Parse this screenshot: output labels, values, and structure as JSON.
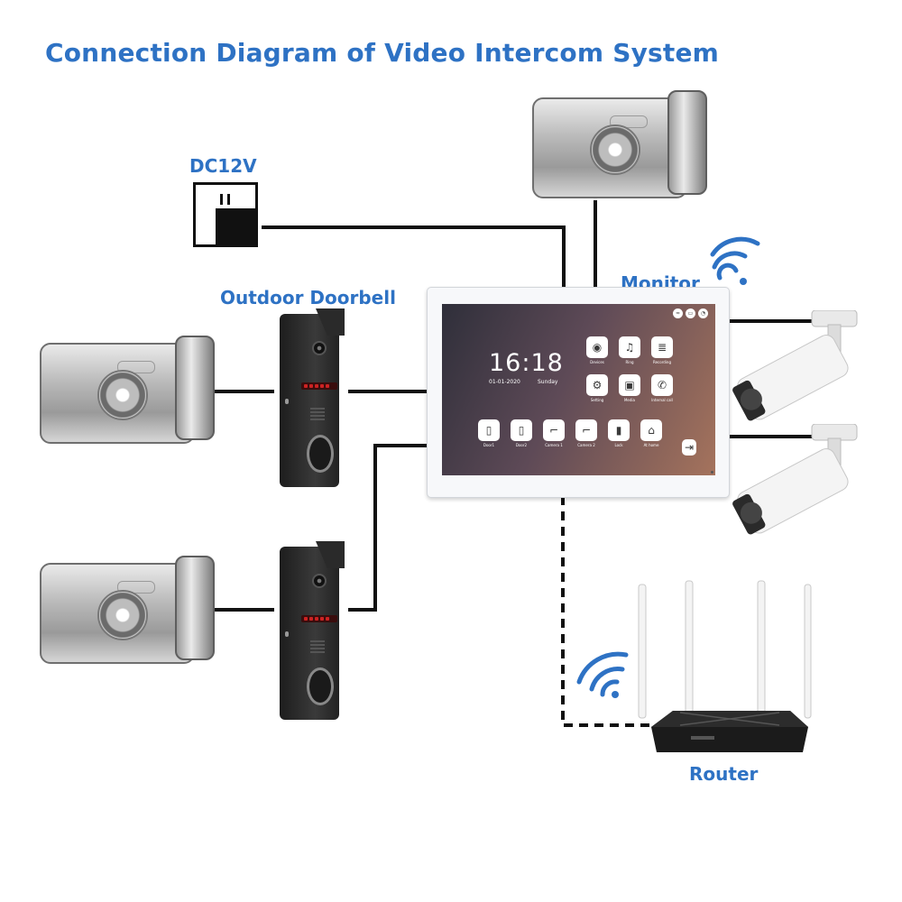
{
  "title": "Connection Diagram of Video Intercom System",
  "labels": {
    "power": "DC12V",
    "doorbell": "Outdoor Doorbell",
    "monitor": "Monitor",
    "router": "Router"
  },
  "monitor_screen": {
    "time": "16:18",
    "date": "01-01-2020",
    "day": "Sunday",
    "apps": [
      {
        "label": "Devices",
        "icon": "camera-lens-icon"
      },
      {
        "label": "Ring",
        "icon": "music-note-icon"
      },
      {
        "label": "Recording",
        "icon": "list-icon"
      },
      {
        "label": "Setting",
        "icon": "gear-icon"
      },
      {
        "label": "Media",
        "icon": "media-icon"
      },
      {
        "label": "Internal call",
        "icon": "phone-icon"
      }
    ],
    "dock": [
      {
        "label": "Door1",
        "icon": "doorbell-icon"
      },
      {
        "label": "Door2",
        "icon": "doorbell-icon"
      },
      {
        "label": "Camera 1",
        "icon": "cctv-icon"
      },
      {
        "label": "Camera 2",
        "icon": "cctv-icon"
      },
      {
        "label": "Lock",
        "icon": "lock-icon"
      },
      {
        "label": "At home",
        "icon": "home-icon"
      }
    ]
  },
  "colors": {
    "accent": "#2e72c4",
    "wire": "#111111",
    "screen_start": "#2f2f3a",
    "screen_end": "#a5735c"
  }
}
